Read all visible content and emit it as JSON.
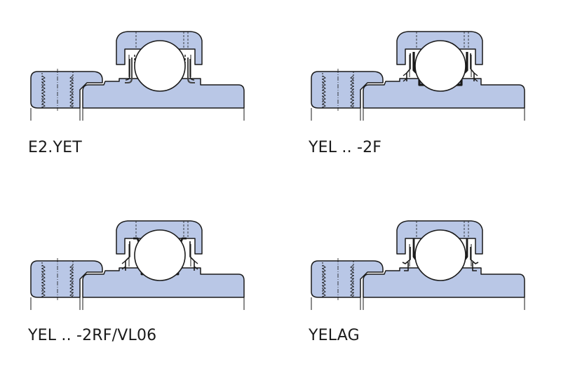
{
  "colors": {
    "fill": "#b9c7e6",
    "stroke": "#1a1a1a",
    "ball": "#ffffff"
  },
  "diagrams": [
    {
      "label": "E2.YET",
      "seal": "flinger"
    },
    {
      "label": "YEL .. -2F",
      "seal": "flinger-lip"
    },
    {
      "label": "YEL .. -2RF/VL06",
      "seal": "rf-lip"
    },
    {
      "label": "YELAG",
      "seal": "ag-lip"
    }
  ]
}
